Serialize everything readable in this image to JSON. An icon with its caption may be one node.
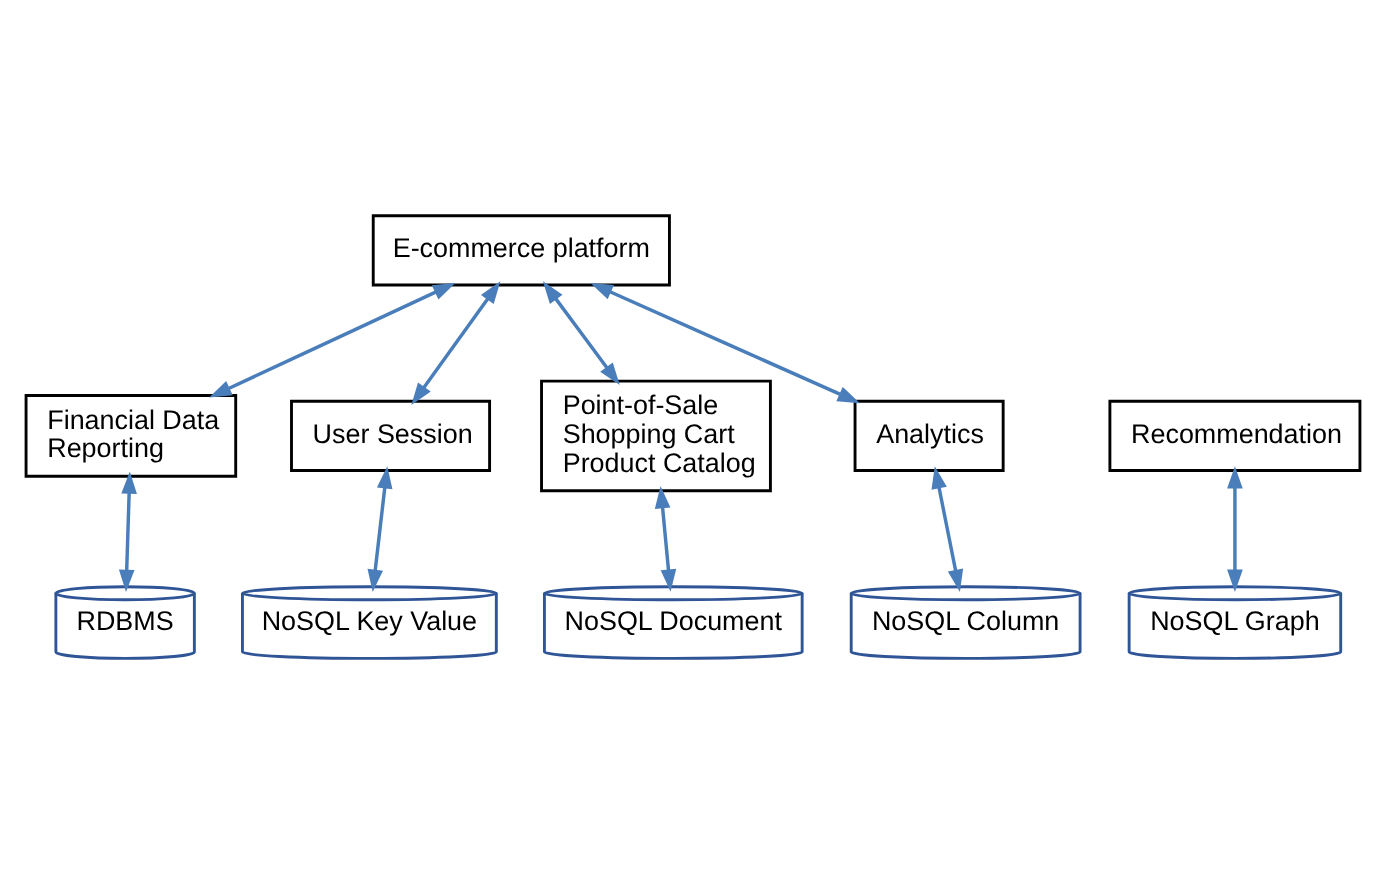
{
  "diagram": {
    "nodes": [
      {
        "text": [
          "E-commerce platform"
        ]
      },
      {
        "text": [
          "Financial Data",
          "Reporting"
        ]
      },
      {
        "text": [
          "User Session"
        ]
      },
      {
        "text": [
          "Point-of-Sale",
          "Shopping Cart",
          "Product Catalog"
        ]
      },
      {
        "text": [
          "Analytics"
        ]
      },
      {
        "text": [
          "Recommendation"
        ]
      },
      {
        "text": [
          "RDBMS"
        ]
      },
      {
        "text": [
          "NoSQL Key Value"
        ]
      },
      {
        "text": [
          "NoSQL Document"
        ]
      },
      {
        "text": [
          "NoSQL Graph"
        ]
      },
      {
        "text": [
          "NoSQL Column"
        ]
      }
    ],
    "edges": [
      {
        "from": 0,
        "to": 1,
        "arrow": "both"
      },
      {
        "from": 0,
        "to": 2,
        "arrow": "both"
      },
      {
        "from": 0,
        "to": 3,
        "arrow": "both"
      },
      {
        "from": 0,
        "to": 4,
        "arrow": "both"
      },
      {
        "from": 1,
        "to": 6,
        "arrow": "both"
      },
      {
        "from": 2,
        "to": 7,
        "arrow": "both"
      },
      {
        "from": 3,
        "to": 8,
        "arrow": "both"
      },
      {
        "from": 5,
        "to": 9,
        "arrow": "both"
      },
      {
        "from": 4,
        "to": 10,
        "arrow": "both"
      }
    ]
  }
}
